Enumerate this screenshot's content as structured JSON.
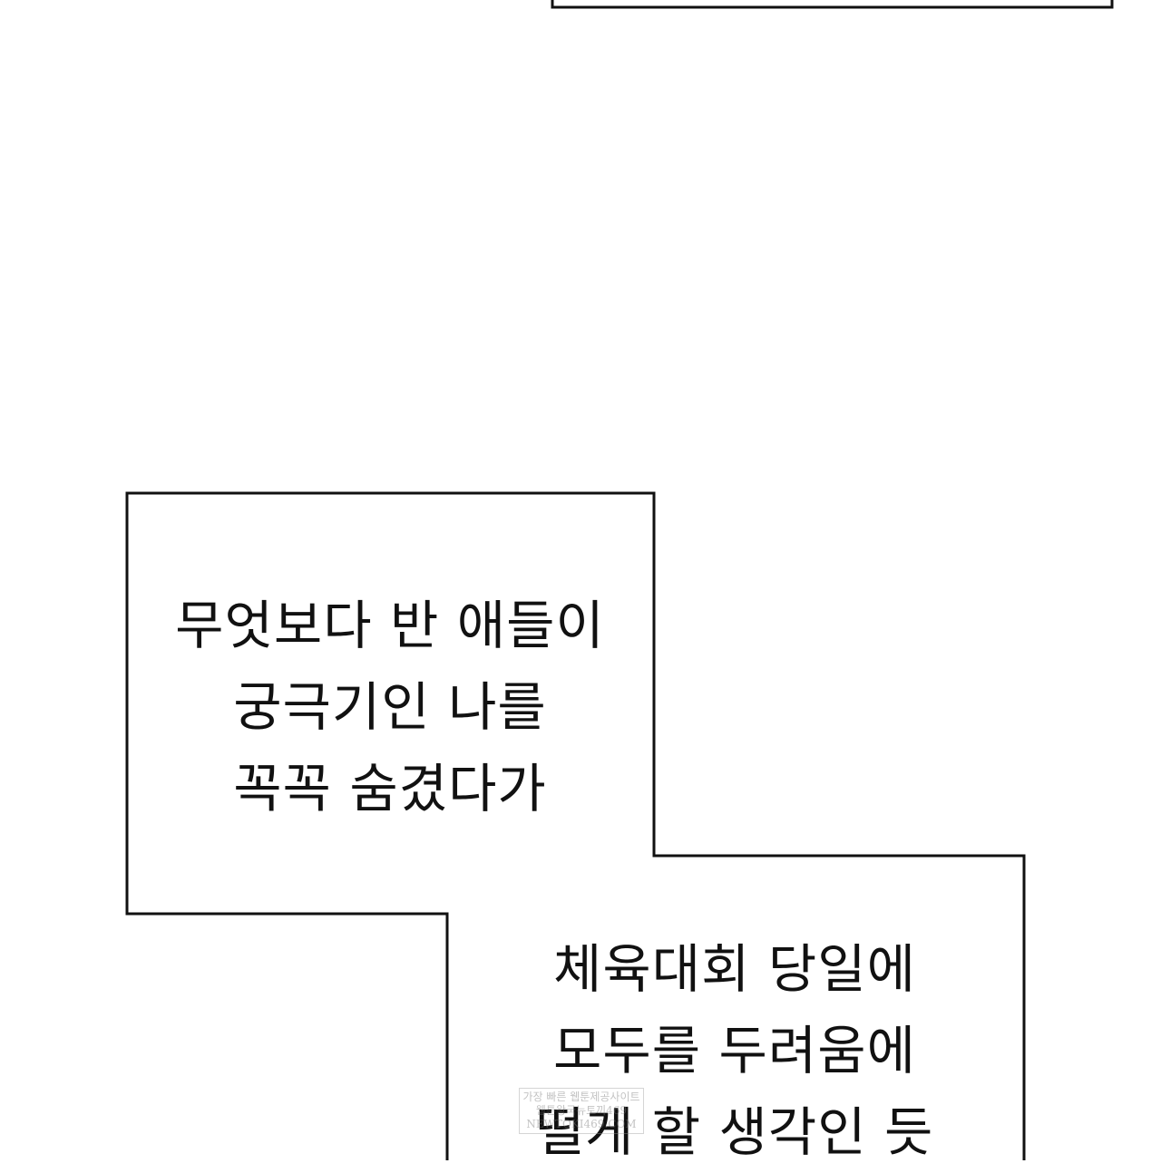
{
  "panels": {
    "caption_1": [
      "무엇보다 반 애들이",
      "궁극기인 나를",
      "꼭꼭 숨겼다가"
    ],
    "caption_2": [
      "체육대회 당일에",
      "모두를 두려움에",
      "떨게 할 생각인 듯"
    ]
  },
  "watermark": [
    "가장 빠른 웹툰제공사이트",
    "웹툰왕국뉴토끼469",
    "NEWTOKI469.COM"
  ]
}
